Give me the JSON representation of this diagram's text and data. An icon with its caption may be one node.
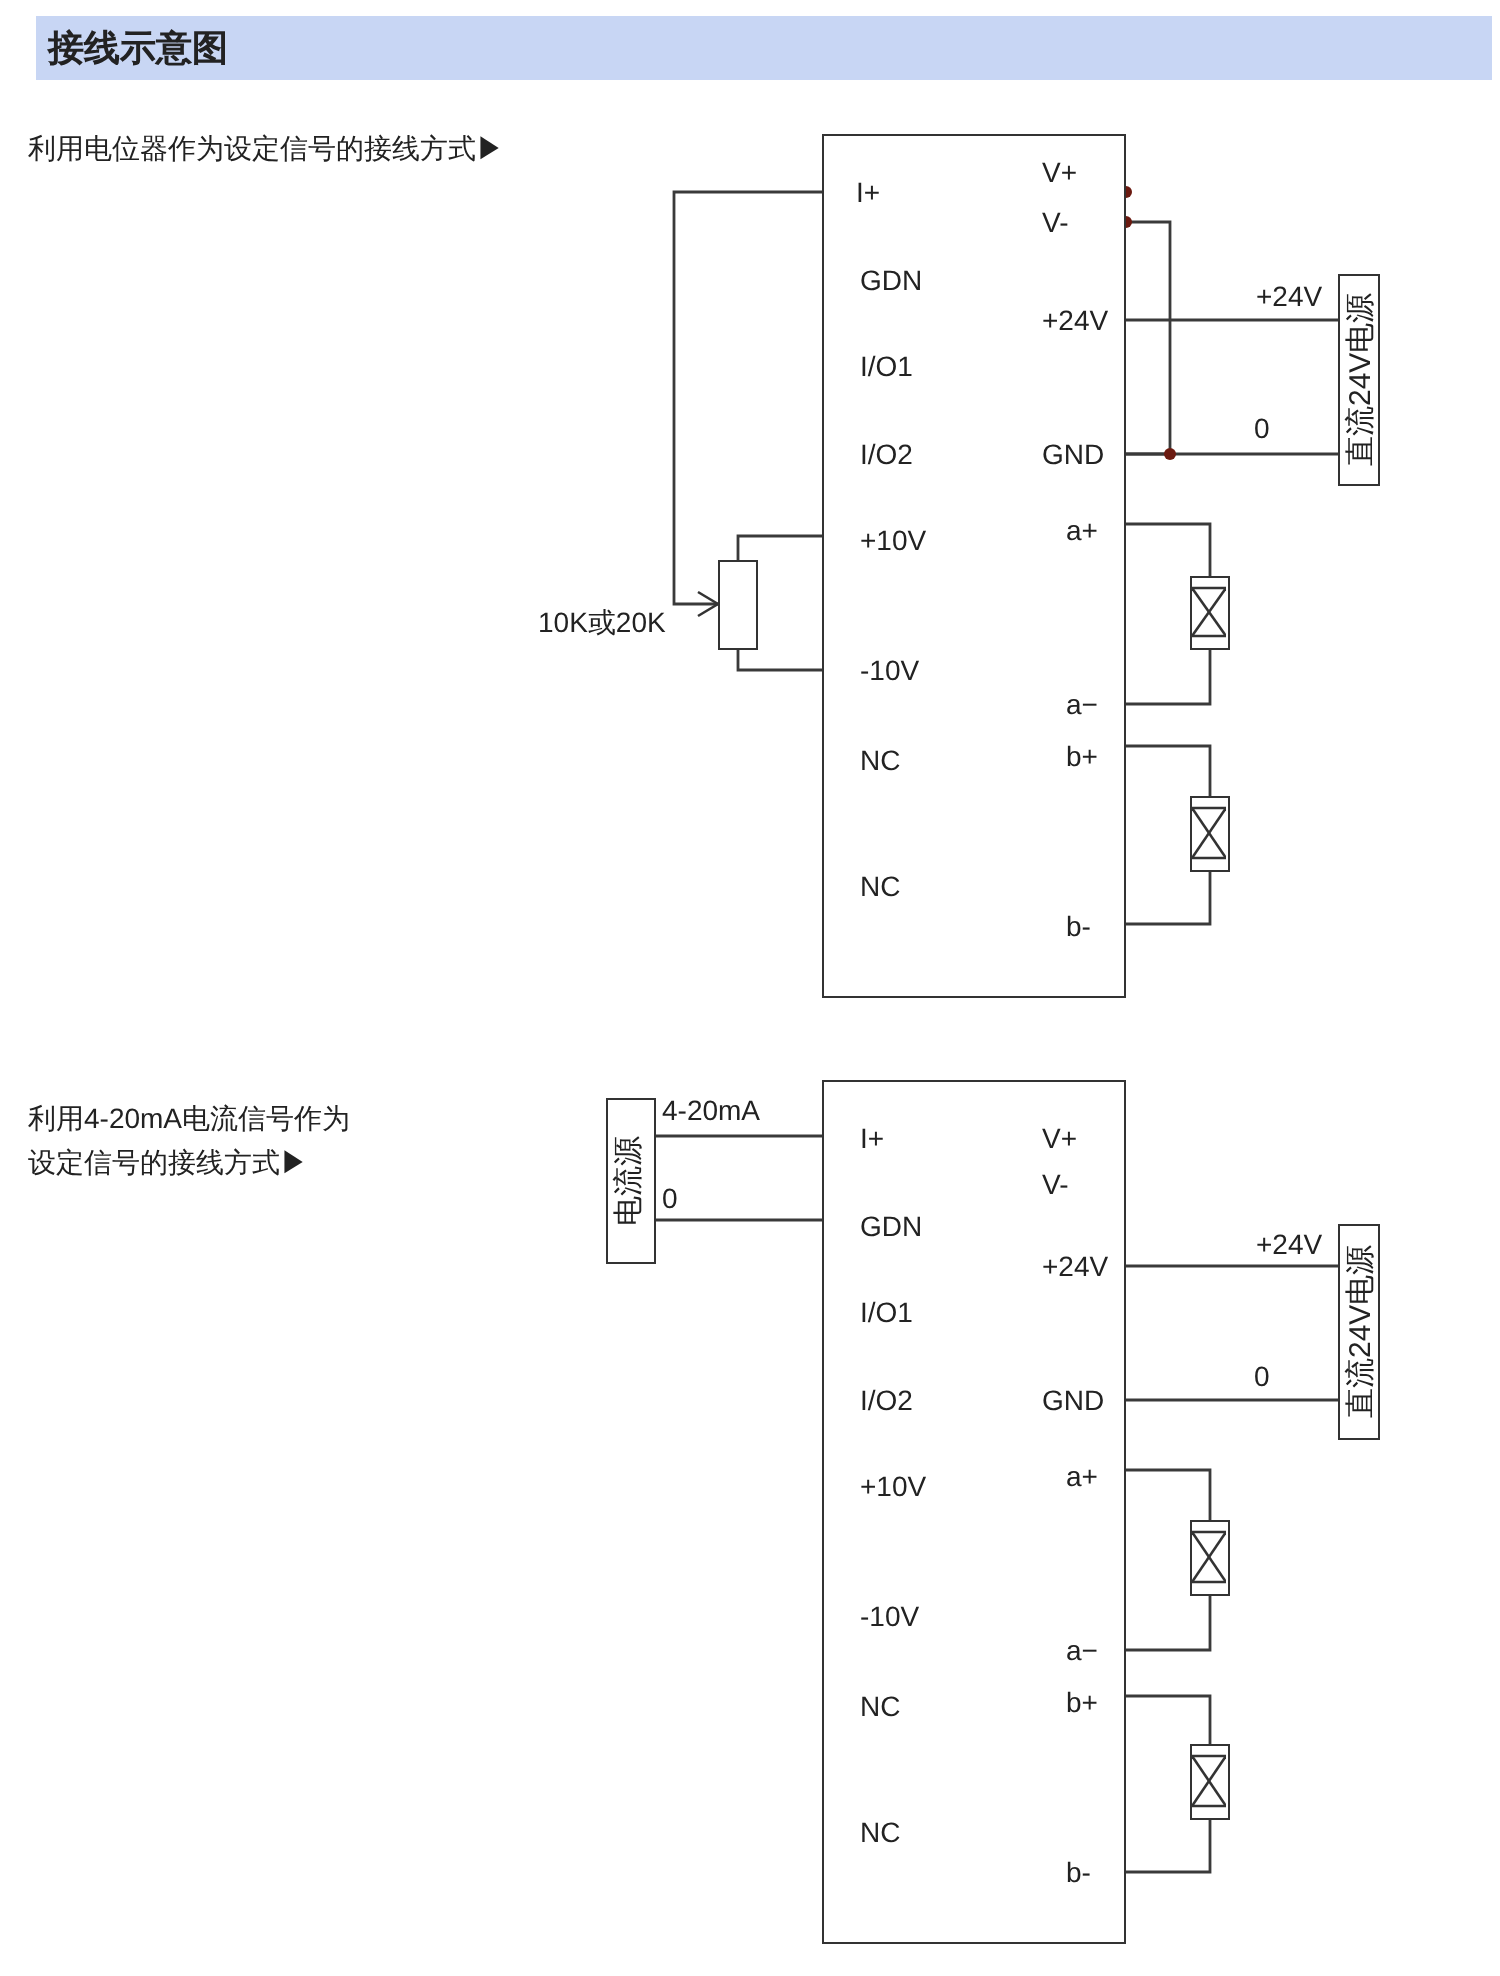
{
  "diagram": {
    "title": "接线示意图",
    "nodes": [
      {
        "text": [],
        "shape": "box"
      },
      {
        "text": [],
        "shape": "box",
        "beside": [
          "10K或20K"
        ]
      },
      {
        "text": [
          "直流24V电源"
        ]
      },
      {
        "text": [],
        "shape": "box"
      },
      {
        "text": [],
        "shape": "box"
      },
      {
        "text": [],
        "shape": "box"
      },
      {
        "text": [
          "电流源"
        ]
      },
      {
        "text": [
          "直流24V电源"
        ]
      },
      {
        "text": [],
        "shape": "box"
      },
      {
        "text": [],
        "shape": "box"
      }
    ],
    "edges": [
      {
        "from": 0,
        "to": 1,
        "arrow": "to"
      },
      {
        "from": 1,
        "to": 0,
        "arrow": "none"
      },
      {
        "from": 1,
        "to": 0,
        "arrow": "none"
      },
      {
        "from": 0,
        "to": 0,
        "arrow": "none"
      },
      {
        "from": 0,
        "to": 2,
        "arrow": "none",
        "label": "+24V"
      },
      {
        "from": 0,
        "to": 2,
        "arrow": "none",
        "label": "0"
      },
      {
        "from": 0,
        "to": 3,
        "arrow": "none"
      },
      {
        "from": 3,
        "to": 0,
        "arrow": "none"
      },
      {
        "from": 0,
        "to": 4,
        "arrow": "none"
      },
      {
        "from": 4,
        "to": 0,
        "arrow": "none"
      },
      {
        "from": 6,
        "to": 5,
        "arrow": "none",
        "label": "4-20mA"
      },
      {
        "from": 6,
        "to": 5,
        "arrow": "none",
        "label": "0"
      },
      {
        "from": 5,
        "to": 7,
        "arrow": "none",
        "label": "+24V"
      },
      {
        "from": 5,
        "to": 7,
        "arrow": "none",
        "label": "0"
      },
      {
        "from": 5,
        "to": 8,
        "arrow": "none"
      },
      {
        "from": 8,
        "to": 5,
        "arrow": "none"
      },
      {
        "from": 5,
        "to": 9,
        "arrow": "none"
      },
      {
        "from": 9,
        "to": 5,
        "arrow": "none"
      }
    ],
    "labels": [
      "利用电位器作为设定信号的接线方式▶",
      "I+",
      "V+",
      "V-",
      "GDN",
      "+24V",
      "I/O1",
      "I/O2",
      "GND",
      "+10V",
      "a+",
      "-10V",
      "a−",
      "NC",
      "b+",
      "NC",
      "b-",
      "利用4-20mA电流信号作为设定信号的接线方式▶",
      "I+",
      "V+",
      "V-",
      "GDN",
      "+24V",
      "I/O1",
      "I/O2",
      "GND",
      "+10V",
      "a+",
      "-10V",
      "a−",
      "NC",
      "b+",
      "NC",
      "b-"
    ]
  }
}
